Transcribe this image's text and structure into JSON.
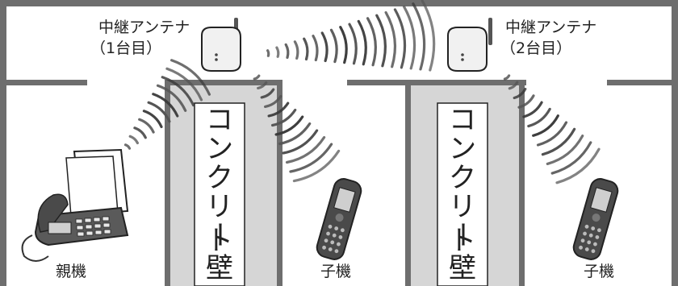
{
  "repeaters": [
    {
      "name": "中継アンテナ",
      "number": "（1台目）"
    },
    {
      "name": "中継アンテナ",
      "number": "（2台目）"
    }
  ],
  "walls": [
    {
      "chars": [
        "コ",
        "ン",
        "ク",
        "リ",
        "ー",
        "ト",
        "壁"
      ]
    },
    {
      "chars": [
        "コ",
        "ン",
        "ク",
        "リ",
        "ー",
        "ト",
        "壁"
      ]
    }
  ],
  "devices": {
    "base_label": "親機",
    "handsets": [
      {
        "label": "子機"
      },
      {
        "label": "子機"
      }
    ]
  },
  "colors": {
    "wall": "#6e6e6e",
    "concrete": "#d6d6d6",
    "signal": "#3a3a3a",
    "device_body": "#4a4a4a"
  },
  "icons": [
    "repeater-antenna-icon",
    "fax-base-unit-icon",
    "cordless-handset-icon",
    "radio-wave-icon"
  ]
}
